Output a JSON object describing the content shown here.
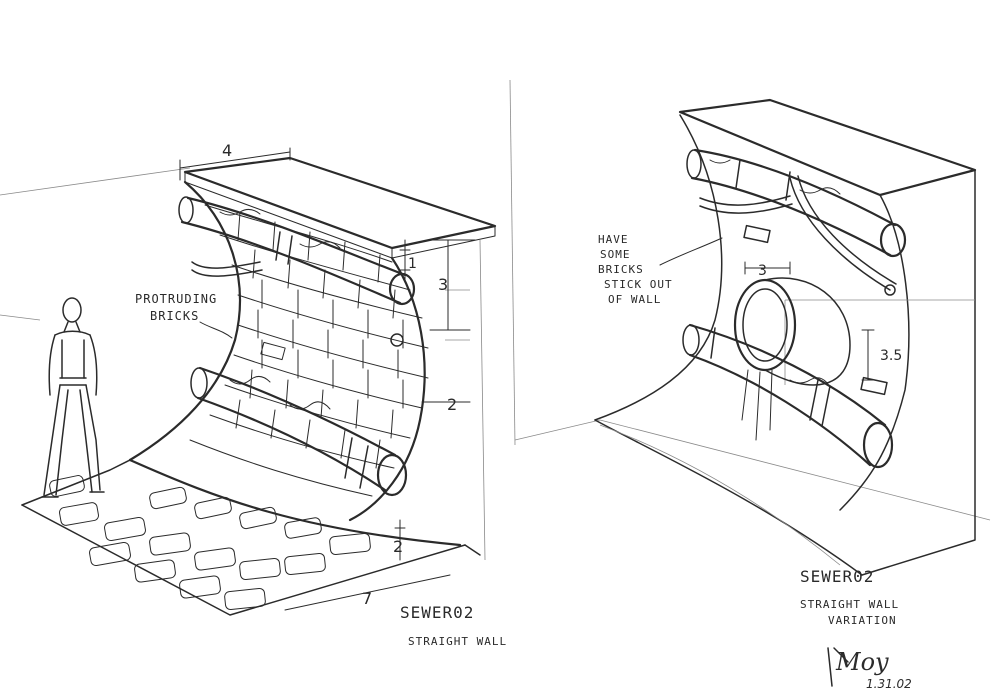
{
  "left_sketch": {
    "dims": {
      "top": "4",
      "upper": "1",
      "height": "3",
      "depth": "2",
      "lower": "2",
      "width": "7"
    },
    "callout": [
      "PROTRUDING",
      "BRICKS"
    ],
    "title": "SEWER02",
    "subtitle": "STRAIGHT WALL"
  },
  "right_sketch": {
    "dims": {
      "width": "3",
      "height": "3.5"
    },
    "callout": [
      "HAVE",
      "SOME",
      "BRICKS",
      "STICK OUT",
      "OF WALL"
    ],
    "title": "SEWER02",
    "subtitle_lines": [
      "STRAIGHT WALL",
      "VARIATION"
    ]
  },
  "signature": {
    "name": "Moy",
    "date": "1.31.02"
  },
  "colors": {
    "ink": "#2b2b2b",
    "paper": "#ffffff"
  }
}
